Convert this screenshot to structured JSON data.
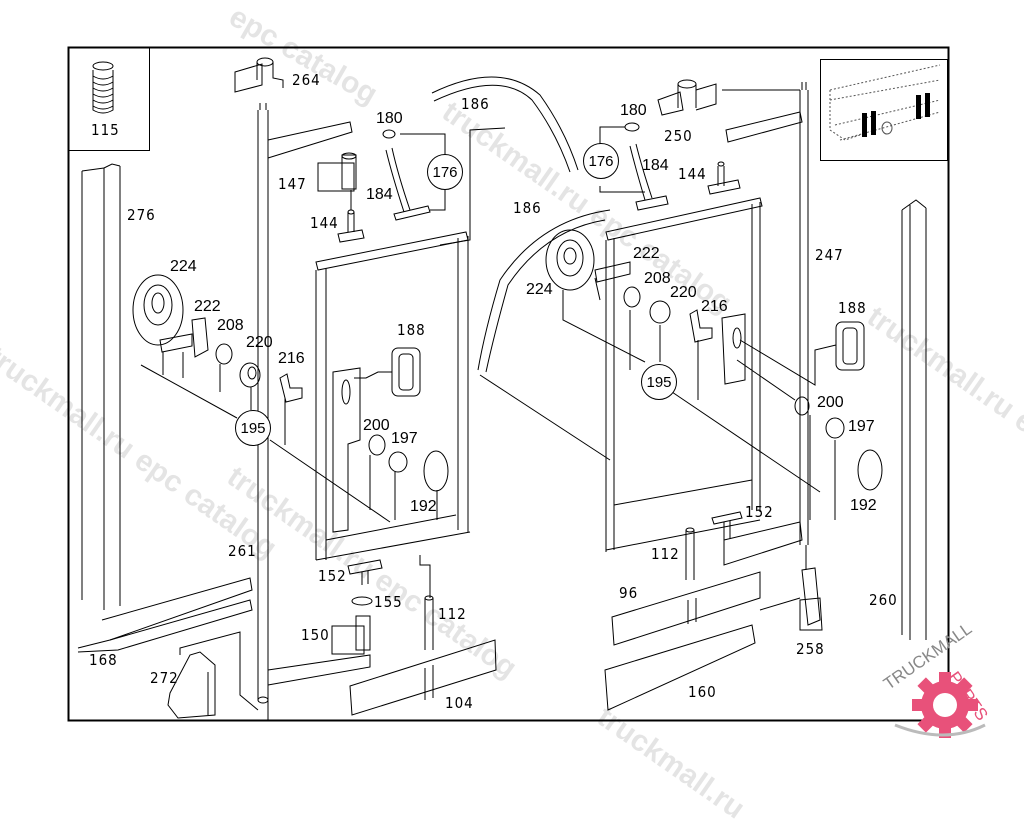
{
  "diagram": {
    "title": "Bus door frame assembly parts diagram",
    "inset_icon": "bus-doors-locator-icon",
    "callouts": [
      {
        "id": "115",
        "label": "115"
      },
      {
        "id": "264",
        "label": "264"
      },
      {
        "id": "180a",
        "label": "180"
      },
      {
        "id": "176a",
        "label": "176"
      },
      {
        "id": "147",
        "label": "147"
      },
      {
        "id": "184a",
        "label": "184"
      },
      {
        "id": "144a",
        "label": "144"
      },
      {
        "id": "276",
        "label": "276"
      },
      {
        "id": "224a",
        "label": "224"
      },
      {
        "id": "222a",
        "label": "222"
      },
      {
        "id": "208a",
        "label": "208"
      },
      {
        "id": "220a",
        "label": "220"
      },
      {
        "id": "216a",
        "label": "216"
      },
      {
        "id": "195a",
        "label": "195"
      },
      {
        "id": "188a",
        "label": "188"
      },
      {
        "id": "200a",
        "label": "200"
      },
      {
        "id": "197a",
        "label": "197"
      },
      {
        "id": "192a",
        "label": "192"
      },
      {
        "id": "186a",
        "label": "186"
      },
      {
        "id": "186b",
        "label": "186"
      },
      {
        "id": "180b",
        "label": "180"
      },
      {
        "id": "176b",
        "label": "176"
      },
      {
        "id": "250",
        "label": "250"
      },
      {
        "id": "184b",
        "label": "184"
      },
      {
        "id": "144b",
        "label": "144"
      },
      {
        "id": "222b",
        "label": "222"
      },
      {
        "id": "208b",
        "label": "208"
      },
      {
        "id": "224b",
        "label": "224"
      },
      {
        "id": "220b",
        "label": "220"
      },
      {
        "id": "216b",
        "label": "216"
      },
      {
        "id": "247",
        "label": "247"
      },
      {
        "id": "188b",
        "label": "188"
      },
      {
        "id": "195b",
        "label": "195"
      },
      {
        "id": "200b",
        "label": "200"
      },
      {
        "id": "197b",
        "label": "197"
      },
      {
        "id": "192b",
        "label": "192"
      },
      {
        "id": "261",
        "label": "261"
      },
      {
        "id": "152a",
        "label": "152"
      },
      {
        "id": "155",
        "label": "155"
      },
      {
        "id": "112a",
        "label": "112"
      },
      {
        "id": "150",
        "label": "150"
      },
      {
        "id": "168",
        "label": "168"
      },
      {
        "id": "272",
        "label": "272"
      },
      {
        "id": "104",
        "label": "104"
      },
      {
        "id": "152b",
        "label": "152"
      },
      {
        "id": "112b",
        "label": "112"
      },
      {
        "id": "96",
        "label": "96"
      },
      {
        "id": "258",
        "label": "258"
      },
      {
        "id": "260",
        "label": "260"
      },
      {
        "id": "160",
        "label": "160"
      }
    ],
    "watermarks": [
      {
        "text": "epc catalog"
      },
      {
        "text": "truckmall.ru epc catalog"
      },
      {
        "text": "truckmall.ru epc catalog"
      },
      {
        "text": "truckmall.ru epc catalog"
      },
      {
        "text": "truckmall.ru epc catalog"
      },
      {
        "text": "truckmall.ru"
      }
    ],
    "logo": {
      "text_part1": "TRUCKMALL",
      "text_part2": "PARTS",
      "accent_color": "#e8517a",
      "icon": "gear-icon"
    }
  }
}
